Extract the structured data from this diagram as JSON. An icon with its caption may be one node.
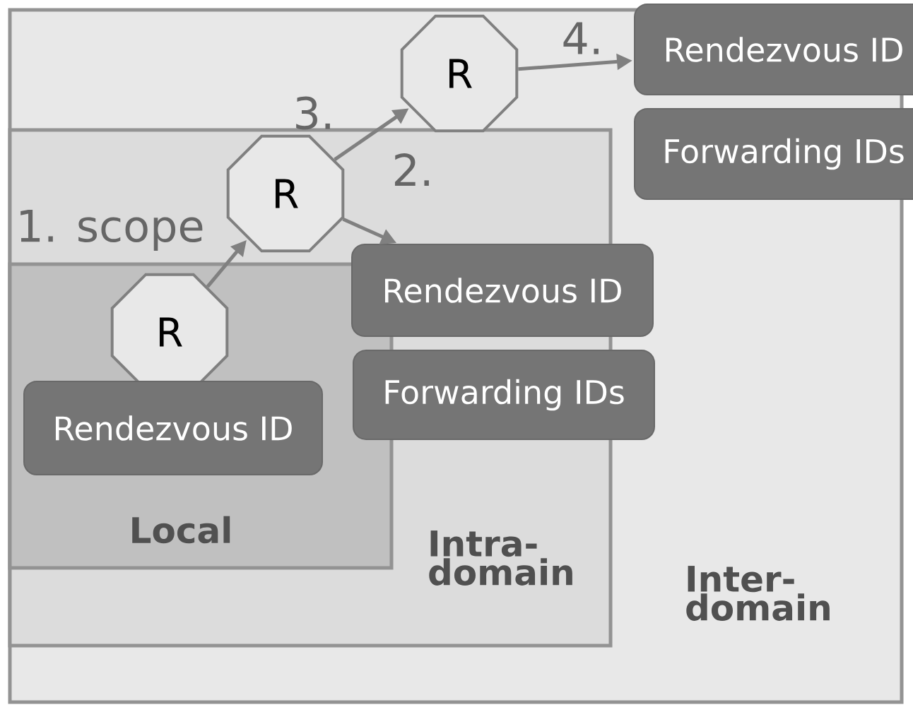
{
  "diagram": {
    "nodes": [
      {
        "text": [
          "Inter- domain"
        ]
      },
      {
        "text": [
          "Intra- domain"
        ],
        "in": 0
      },
      {
        "text": [
          "Local"
        ],
        "in": 1
      },
      {
        "text": [
          "R"
        ],
        "in": 2
      },
      {
        "text": [
          "Rendezvous ID"
        ],
        "in": 2
      },
      {
        "text": [
          "R"
        ],
        "in": 1
      },
      {
        "text": [
          "Rendezvous ID"
        ],
        "in": 0
      },
      {
        "text": [
          "Forwarding IDs"
        ],
        "in": 0
      },
      {
        "text": [
          "R"
        ],
        "in": 0
      },
      {
        "text": [
          "Rendezvous ID"
        ]
      },
      {
        "text": [
          "Forwarding IDs"
        ]
      }
    ],
    "edges": [
      {
        "from": 3,
        "to": 5,
        "arrow": "to",
        "label": "1. scope"
      },
      {
        "from": 5,
        "to": 6,
        "arrow": "to",
        "label": "2."
      },
      {
        "from": 5,
        "to": 8,
        "arrow": "to",
        "label": "3."
      },
      {
        "from": 8,
        "to": 9,
        "arrow": "to",
        "label": "4."
      }
    ]
  }
}
